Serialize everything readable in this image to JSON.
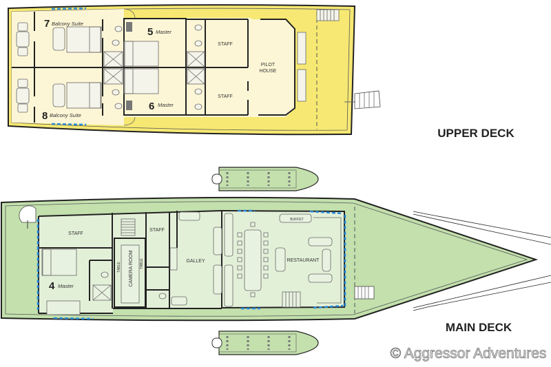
{
  "upper_deck": {
    "title": "UPPER DECK",
    "cabins": [
      {
        "number": "7",
        "type": "Balcony Suite"
      },
      {
        "number": "8",
        "type": "Balcony Suite"
      },
      {
        "number": "5",
        "type": "Master"
      },
      {
        "number": "6",
        "type": "Master"
      }
    ],
    "rooms": {
      "staff_top": "STAFF",
      "staff_bottom": "STAFF",
      "pilot_house_line1": "PILOT",
      "pilot_house_line2": "HOUSE"
    }
  },
  "main_deck": {
    "title": "MAIN DECK",
    "cabins": [
      {
        "number": "4",
        "type": "Master"
      }
    ],
    "rooms": {
      "staff_aft": "STAFF",
      "staff_mid": "STAFF",
      "camera_room": "CAMERA ROOM",
      "table_left": "TABLE",
      "table_right": "TABLE",
      "galley": "GALLEY",
      "restaurant": "RESTAURANT",
      "buffet": "BUFFET"
    }
  },
  "watermark": "© Aggressor Adventures",
  "colors": {
    "upper_hull": "#f6e872",
    "upper_interior": "#fdf6d6",
    "main_hull": "#c3e0ad",
    "main_interior": "#e3f0d8",
    "window": "#2a8ad8"
  }
}
